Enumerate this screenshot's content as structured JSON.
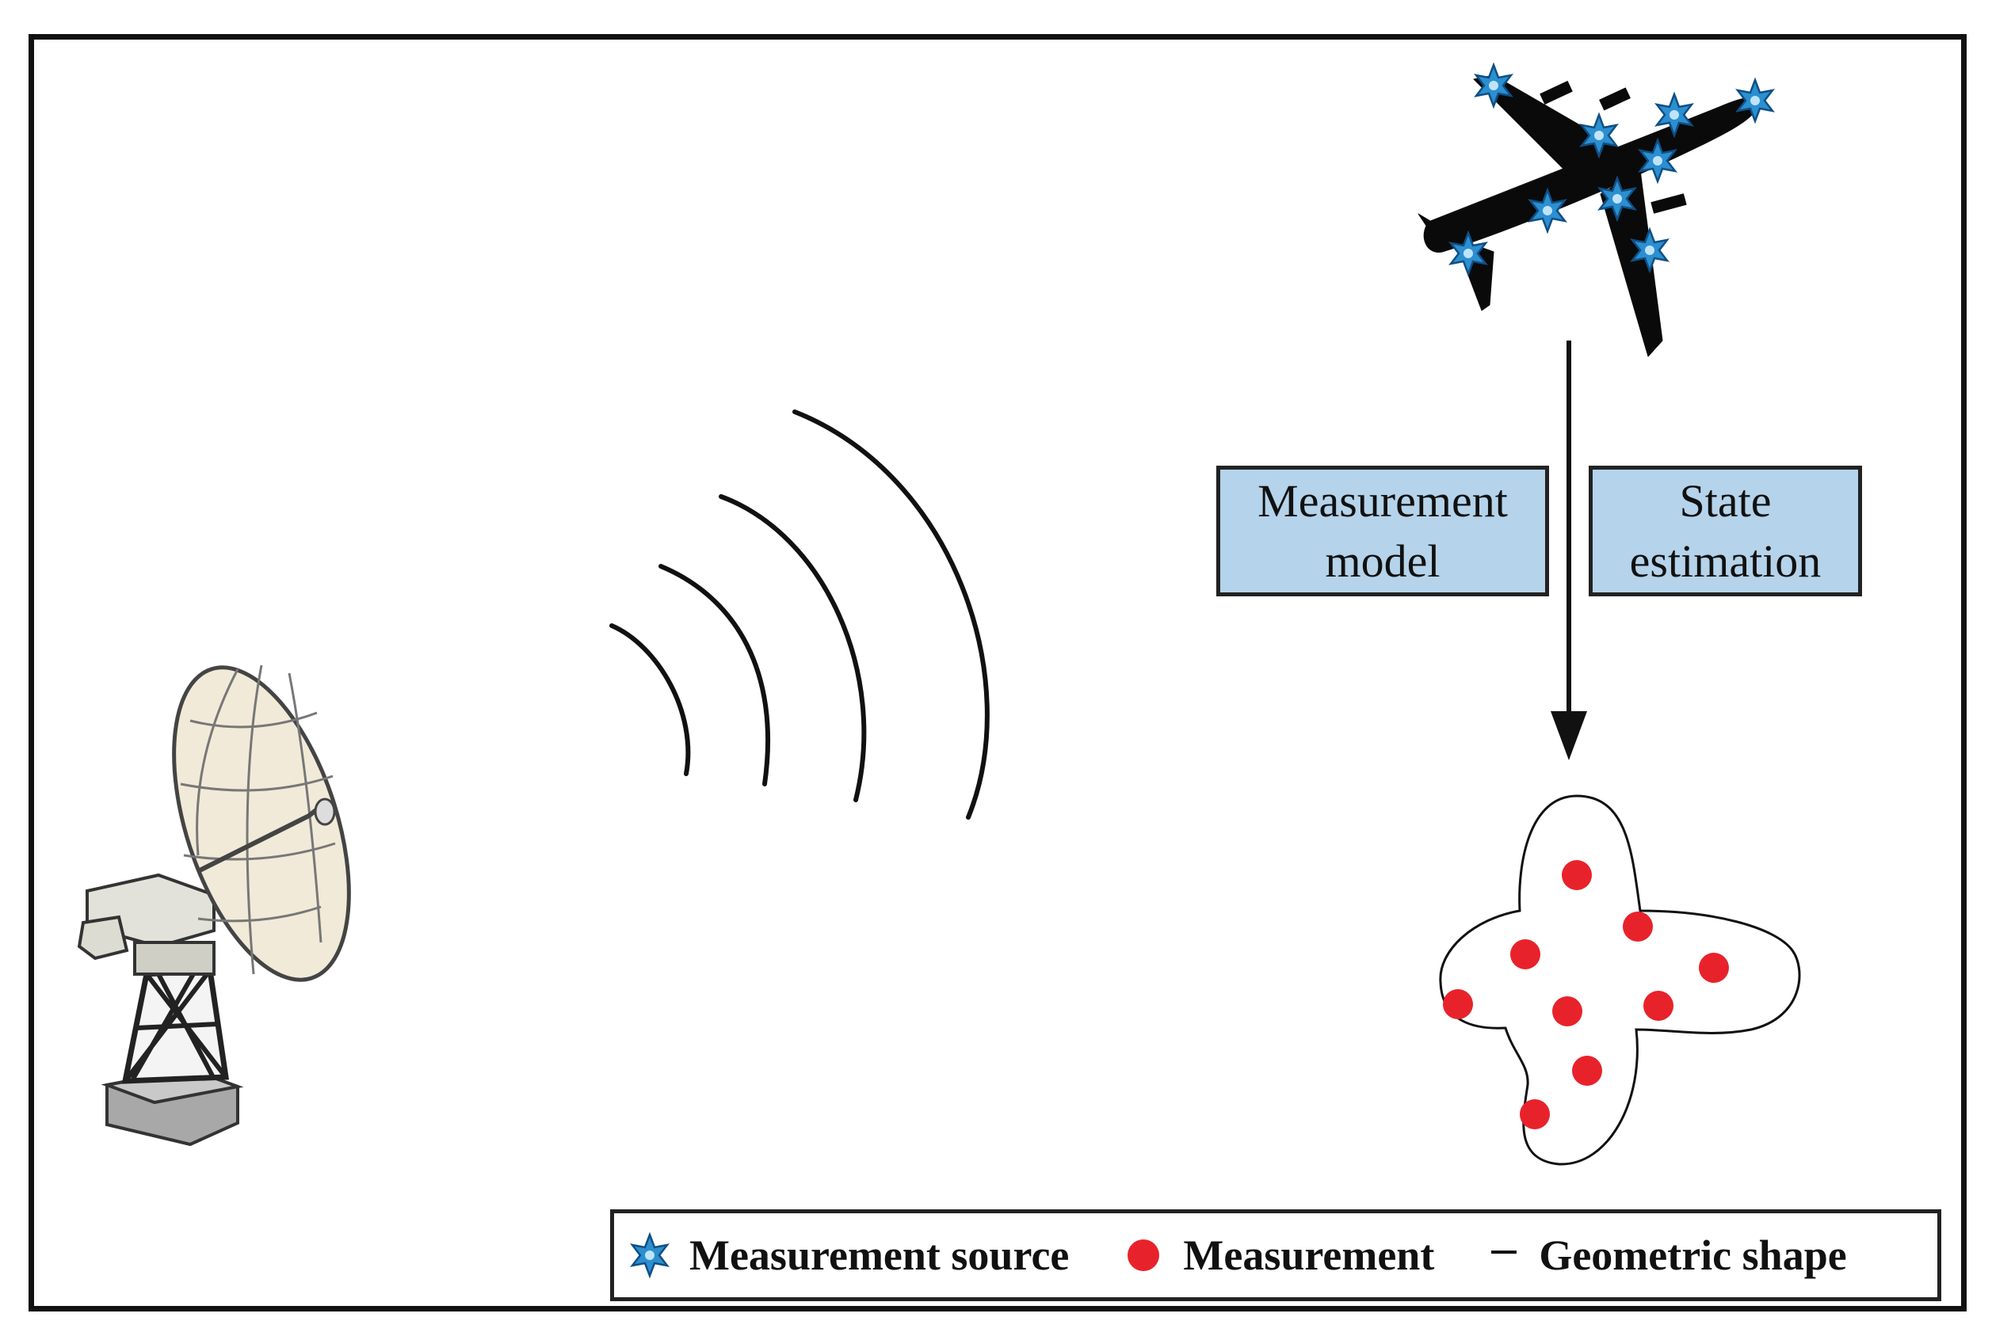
{
  "diagram": {
    "boxes": {
      "measurement_model": {
        "line1": "Measurement",
        "line2": "model"
      },
      "state_estimation": {
        "line1": "State",
        "line2": "estimation"
      }
    },
    "legend": {
      "source_label": "Measurement source",
      "measurement_label": "Measurement",
      "shape_label": "Geometric shape"
    },
    "icons": {
      "radar": "radar-dish-icon",
      "aircraft": "airplane-icon",
      "source_marker": "star-icon",
      "measurement_marker": "dot-icon"
    },
    "colors": {
      "box_fill": "#b5d3ea",
      "source_star": "#2b8fd0",
      "measurement_dot": "#e8222a",
      "aircraft": "#0a0a0a",
      "line": "#111111"
    }
  }
}
